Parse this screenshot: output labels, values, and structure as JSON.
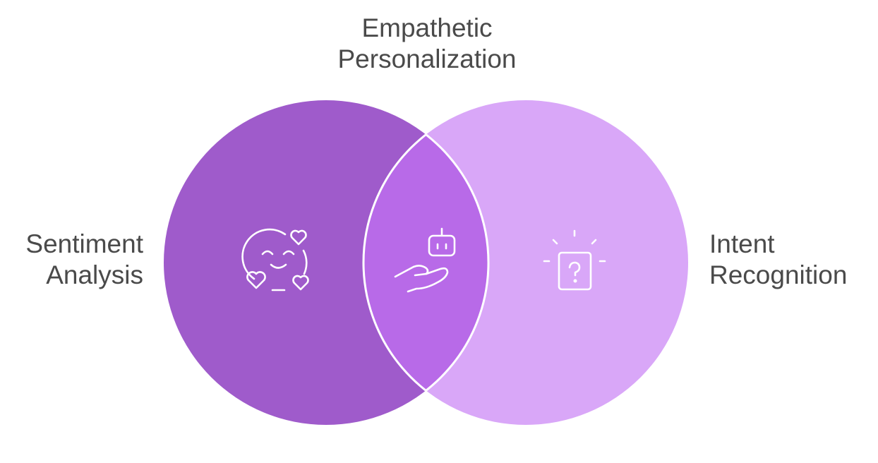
{
  "diagram": {
    "type": "venn",
    "sets": [
      {
        "id": "left",
        "label_lines": [
          "Sentiment",
          "Analysis"
        ],
        "color": "#9F5BCB",
        "icon": "smiling-face-hearts-icon"
      },
      {
        "id": "right",
        "label_lines": [
          "Intent",
          "Recognition"
        ],
        "color": "#D9A7F8",
        "icon": "question-box-idea-icon"
      }
    ],
    "intersection": {
      "label_lines": [
        "Empathetic",
        "Personalization"
      ],
      "color": "#B86AE8",
      "icon": "robot-in-hand-icon"
    },
    "text_color": "#4a4a4a",
    "background": "#ffffff"
  }
}
